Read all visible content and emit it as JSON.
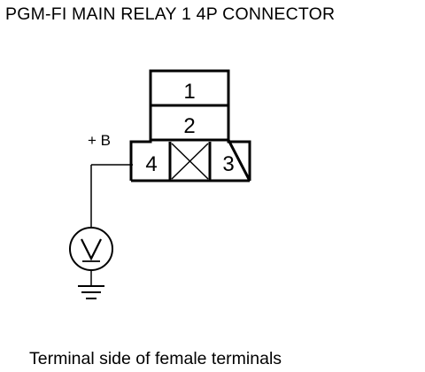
{
  "title": "PGM-FI MAIN RELAY 1 4P CONNECTOR",
  "caption": "Terminal side of female terminals",
  "supply_label": "+ B",
  "connector": {
    "pins": [
      {
        "number": "1"
      },
      {
        "number": "2"
      },
      {
        "number": "4"
      },
      {
        "number": "3"
      }
    ],
    "blank_cavity": "crossed-box-icon"
  },
  "meter": {
    "icon": "voltmeter-icon"
  },
  "ground": {
    "icon": "ground-icon"
  },
  "colors": {
    "line": "#000000",
    "background": "#ffffff"
  }
}
